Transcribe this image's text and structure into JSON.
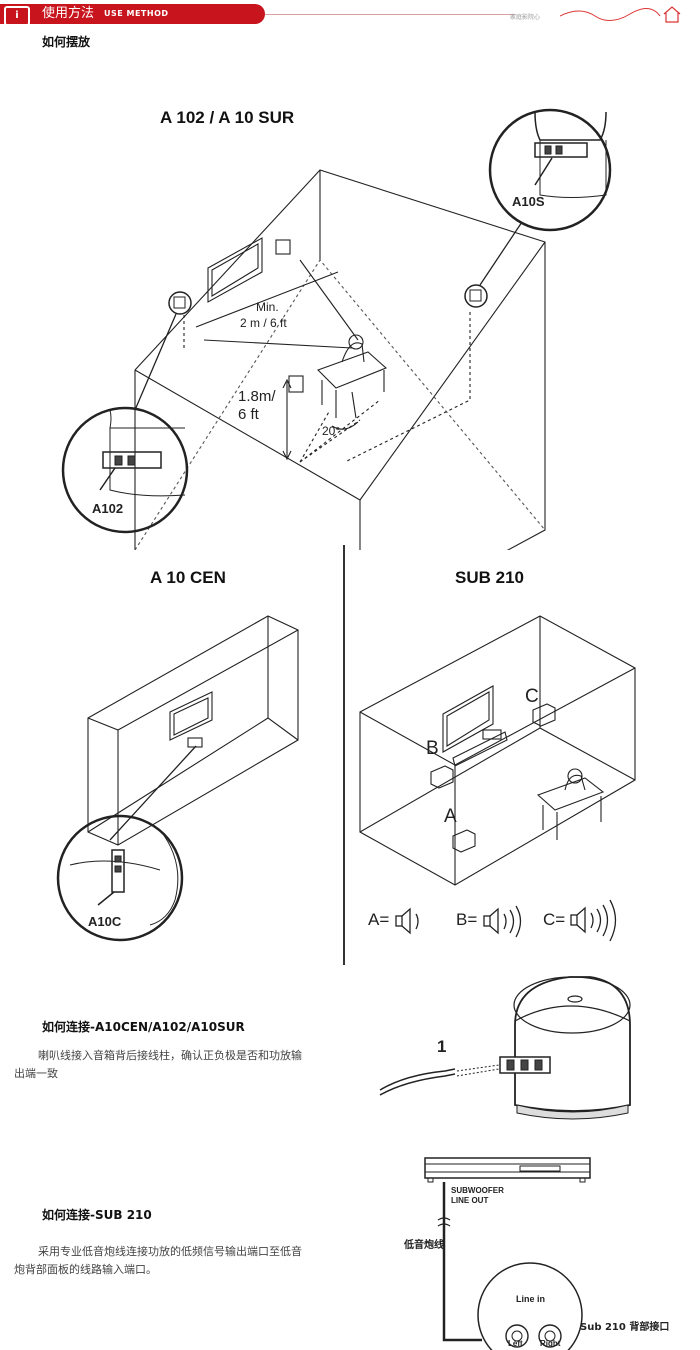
{
  "header": {
    "tab_icon": "i",
    "section_cn": "使用方法",
    "section_en": "USE METHOD",
    "right_text": "家庭影院心"
  },
  "placement": {
    "heading": "如何摆放",
    "diagram1": {
      "title": "A 102 / A 10 SUR",
      "label_a10s": "A10S",
      "label_a102": "A102",
      "min_label": "Min.",
      "dist_label": "2 m / 6 ft",
      "height_label_1": "1.8m/",
      "height_label_2": "6 ft",
      "angle_label": "20°"
    },
    "diagram2": {
      "title": "A 10 CEN",
      "label_a10c": "A10C"
    },
    "diagram3": {
      "title": "SUB 210",
      "label_a": "A",
      "label_b": "B",
      "label_c": "C",
      "legend_a": "A=",
      "legend_b": "B=",
      "legend_c": "C="
    }
  },
  "connect1": {
    "heading": "如何连接-A10CEN/A102/A10SUR",
    "text_line1": "喇叭线接入音箱背后接线柱，确认正负极是否和功放输",
    "text_line2": "出端一致",
    "callout": "1"
  },
  "connect2": {
    "heading": "如何连接-SUB 210",
    "text_line1": "采用专业低音炮线连接功放的低频信号输出端口至低音",
    "text_line2": "炮背部面板的线路输入端口。",
    "subwoofer_out_1": "SUBWOOFER",
    "subwoofer_out_2": "LINE OUT",
    "cable_label": "低音炮线",
    "line_in": "Line in",
    "left": "Left",
    "right": "Right",
    "caption": "Sub 210  背部接口"
  }
}
